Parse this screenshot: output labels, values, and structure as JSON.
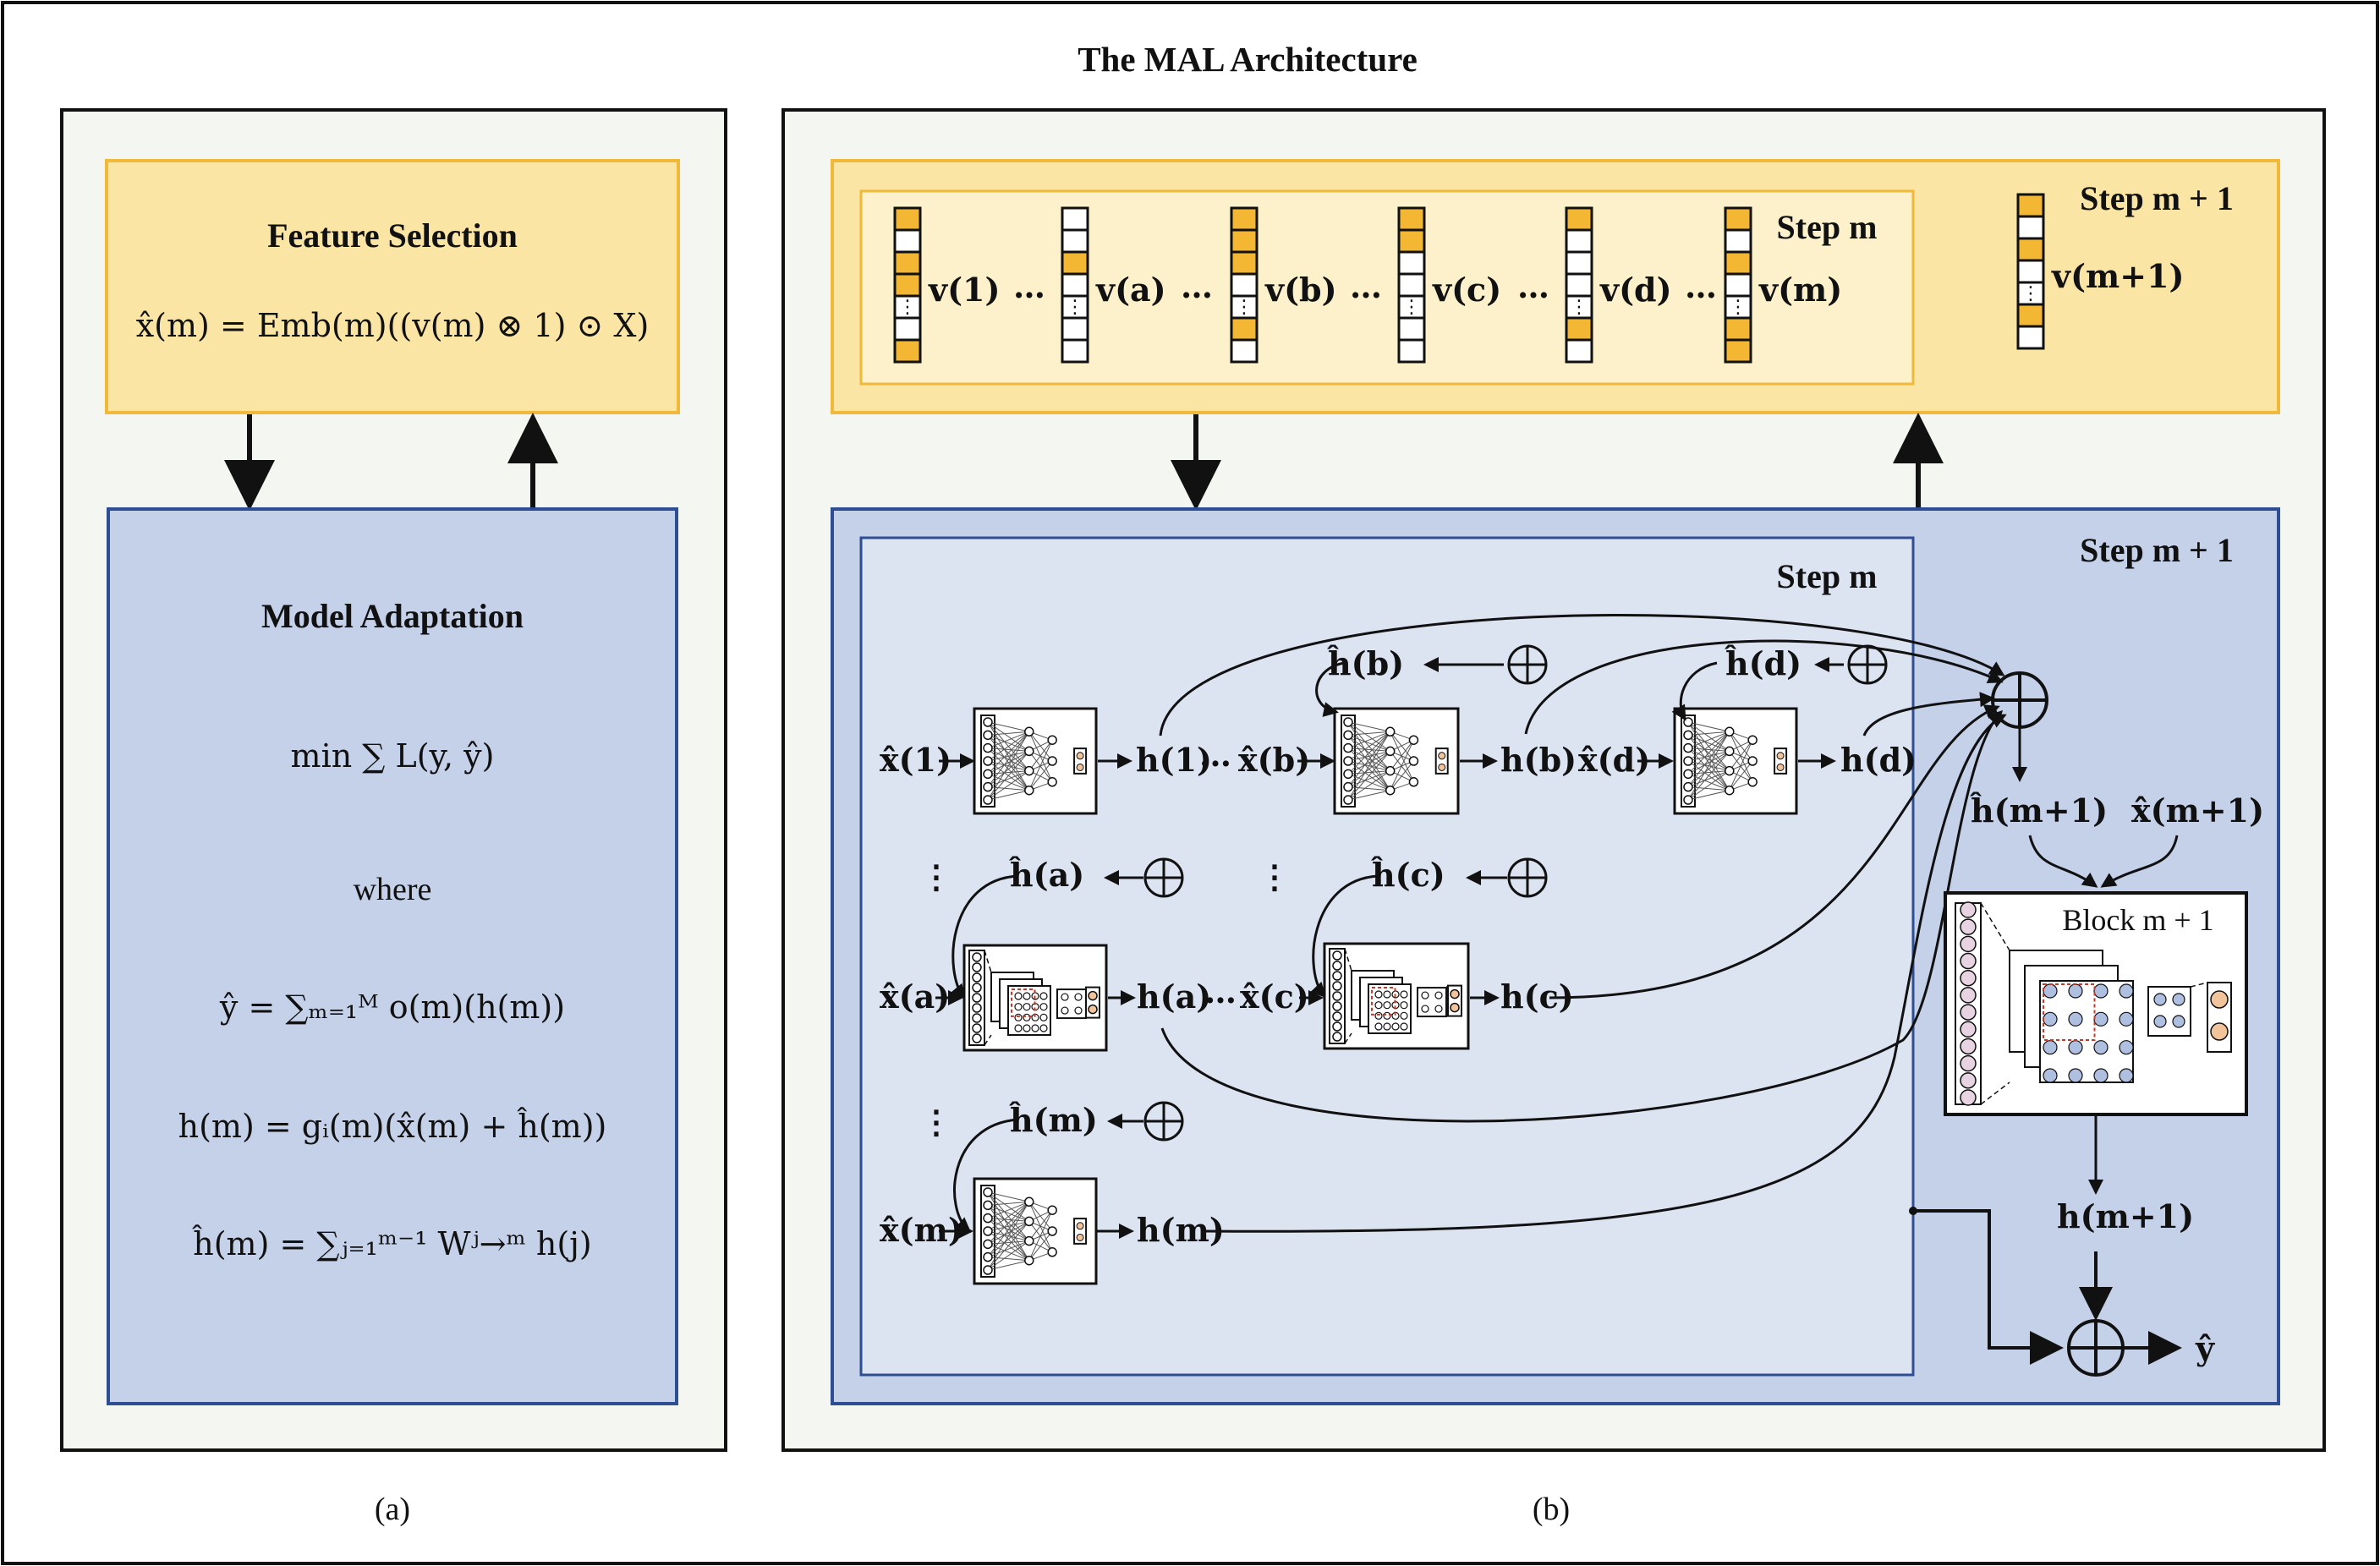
{
  "title": "The MAL Architecture",
  "panel_a": {
    "caption": "(a)",
    "feature_selection": {
      "header": "Feature Selection",
      "formula": "x̂(m) = Emb(m)((v(m) ⊗ 1) ⊙ X)"
    },
    "model_adaptation": {
      "header": "Model Adaptation",
      "objective": "min ∑ L(y, ŷ)",
      "where": "where",
      "eq_y": "ŷ = ∑ₘ₌₁ᴹ o(m)(h(m))",
      "eq_h": "h(m) = gᵢ(m)(x̂(m) + ĥ(m))",
      "eq_hhat": "ĥ(m) = ∑ⱼ₌₁ᵐ⁻¹ Wʲ→ᵐ h(j)"
    }
  },
  "panel_b": {
    "caption": "(b)",
    "top": {
      "step_m": "Step m",
      "step_m1": "Step m + 1",
      "vectors": [
        "v(1)",
        "v(a)",
        "v(b)",
        "v(c)",
        "v(d)",
        "v(m)",
        "v(m+1)"
      ],
      "ellipsis": "…"
    },
    "bottom": {
      "step_m": "Step m",
      "step_m1": "Step m + 1",
      "block_label": "Block m + 1",
      "nodes": {
        "x1": "x̂(1)",
        "h1": "h(1)",
        "xb": "x̂(b)",
        "hb": "h(b)",
        "xd": "x̂(d)",
        "hd": "h(d)",
        "hhatb": "ĥ(b)",
        "hhatd": "ĥ(d)",
        "xa": "x̂(a)",
        "ha": "h(a)",
        "xc": "x̂(c)",
        "hc": "h(c)",
        "hhata": "ĥ(a)",
        "hhatc": "ĥ(c)",
        "xm": "x̂(m)",
        "hm": "h(m)",
        "hhatm": "ĥ(m)",
        "hm1_hat": "ĥ(m+1)",
        "xm1_hat": "x̂(m+1)",
        "hm1": "h(m+1)",
        "yhat": "ŷ"
      },
      "ellipsis": "…",
      "vdots": "⋮"
    }
  },
  "colors": {
    "frame_bg": "#f4f6f2",
    "fs_fill": "#fae5a4",
    "fs_border": "#f0b93a",
    "fs_inner": "#fcf1cb",
    "ma_fill": "#c4d1e9",
    "ma_border": "#2e4e94",
    "ma_inner": "#dce3f1",
    "orange": "#f3b734"
  }
}
